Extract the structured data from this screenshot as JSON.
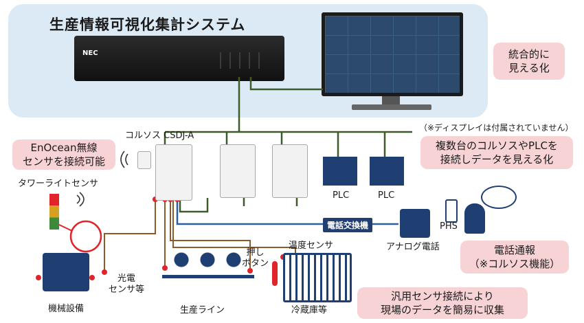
{
  "title": "生産情報可視化集計システム",
  "device_brand": "NEC",
  "notes": {
    "integrated": [
      "統合的に",
      "見える化"
    ],
    "display_note": "（※ディスプレイは付属されていません）",
    "multi_units": [
      "複数台のコルソスやPLCを",
      "接続しデータを見える化"
    ],
    "enocean": [
      "EnOcean無線",
      "センサを接続可能"
    ],
    "phone_report": [
      "電話通報",
      "（※コルソス機能）"
    ],
    "generic_sensor": [
      "汎用センサ接続により",
      "現場のデータを簡易に収集"
    ]
  },
  "labels": {
    "corusos": "コルソス CSDJ-A",
    "tower_light": "タワーライトセンサ",
    "plc1": "PLC",
    "plc2": "PLC",
    "phone_exchange": "電話交換機",
    "analog_phone": "アナログ電話",
    "phs": "PHS",
    "temp_sensor": "温度センサ",
    "push_button": [
      "押し",
      "ボタン"
    ],
    "photo_sensor": [
      "光電",
      "センサ等"
    ],
    "machine": "機械設備",
    "production_line": "生産ライン",
    "fridge": "冷蔵庫等"
  },
  "colors": {
    "lan_line": "#3d5a2a",
    "phone_line": "#2a5fa8",
    "sensor_line": "#8a5a2a",
    "node_red": "#e0242a",
    "navy": "#1f3f73",
    "note_pink": "#f7d3d6",
    "top_panel": "#dceaf6"
  }
}
